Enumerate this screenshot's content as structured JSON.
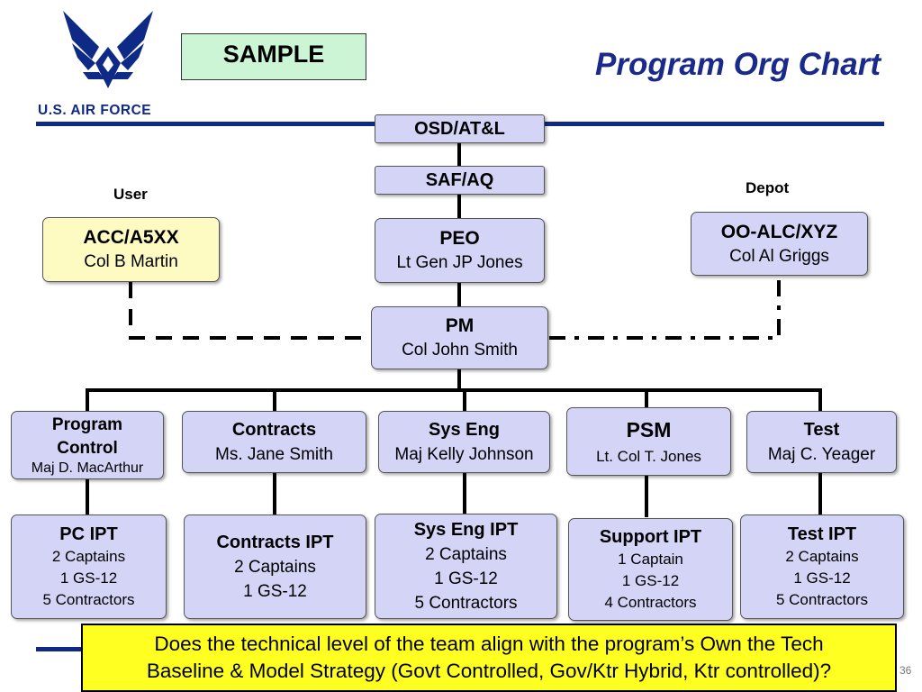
{
  "logo": {
    "wordmark": "U.S. AIR FORCE"
  },
  "sample_label": "SAMPLE",
  "title": "Program Org Chart",
  "labels": {
    "user": "User",
    "depot": "Depot"
  },
  "nodes": {
    "osd": {
      "title": "OSD/AT&L"
    },
    "saf": {
      "title": "SAF/AQ"
    },
    "acc": {
      "title": "ACC/A5XX",
      "sub": "Col B Martin"
    },
    "peo": {
      "title": "PEO",
      "sub": "Lt Gen JP Jones"
    },
    "oo": {
      "title": "OO-ALC/XYZ",
      "sub": "Col Al Griggs"
    },
    "pm": {
      "title": "PM",
      "sub": "Col John Smith"
    },
    "program_control": {
      "title_line1": "Program",
      "title_line2": "Control",
      "sub": "Maj D. MacArthur"
    },
    "contracts": {
      "title": "Contracts",
      "sub": "Ms. Jane Smith"
    },
    "syseng": {
      "title": "Sys Eng",
      "sub": "Maj Kelly Johnson"
    },
    "psm": {
      "title": "PSM",
      "sub": "Lt. Col T. Jones"
    },
    "test": {
      "title": "Test",
      "sub": "Maj C. Yeager"
    },
    "pc_ipt": {
      "title": "PC IPT",
      "lines": [
        "2 Captains",
        "1 GS-12",
        "5 Contractors"
      ]
    },
    "contracts_ipt": {
      "title": "Contracts IPT",
      "lines": [
        "2 Captains",
        "1 GS-12"
      ]
    },
    "syseng_ipt": {
      "title": "Sys Eng IPT",
      "lines": [
        "2 Captains",
        "1 GS-12",
        "5 Contractors"
      ]
    },
    "support_ipt": {
      "title": "Support IPT",
      "lines": [
        "1 Captain",
        "1 GS-12",
        "4 Contractors"
      ]
    },
    "test_ipt": {
      "title": "Test IPT",
      "lines": [
        "2 Captains",
        "1 GS-12",
        "5 Contractors"
      ]
    }
  },
  "question": {
    "line1": "Does the technical level of the team align with the program’s Own the Tech",
    "line2": "Baseline & Model Strategy (Govt Controlled, Gov/Ktr Hybrid, Ktr controlled)?"
  },
  "page_number": "36",
  "colors": {
    "brand_blue": "#0e2a86",
    "node_fill": "#d4d4f7",
    "user_fill": "#fdfbc2",
    "question_fill": "#ffff22",
    "sample_fill": "#ccf5d6"
  }
}
